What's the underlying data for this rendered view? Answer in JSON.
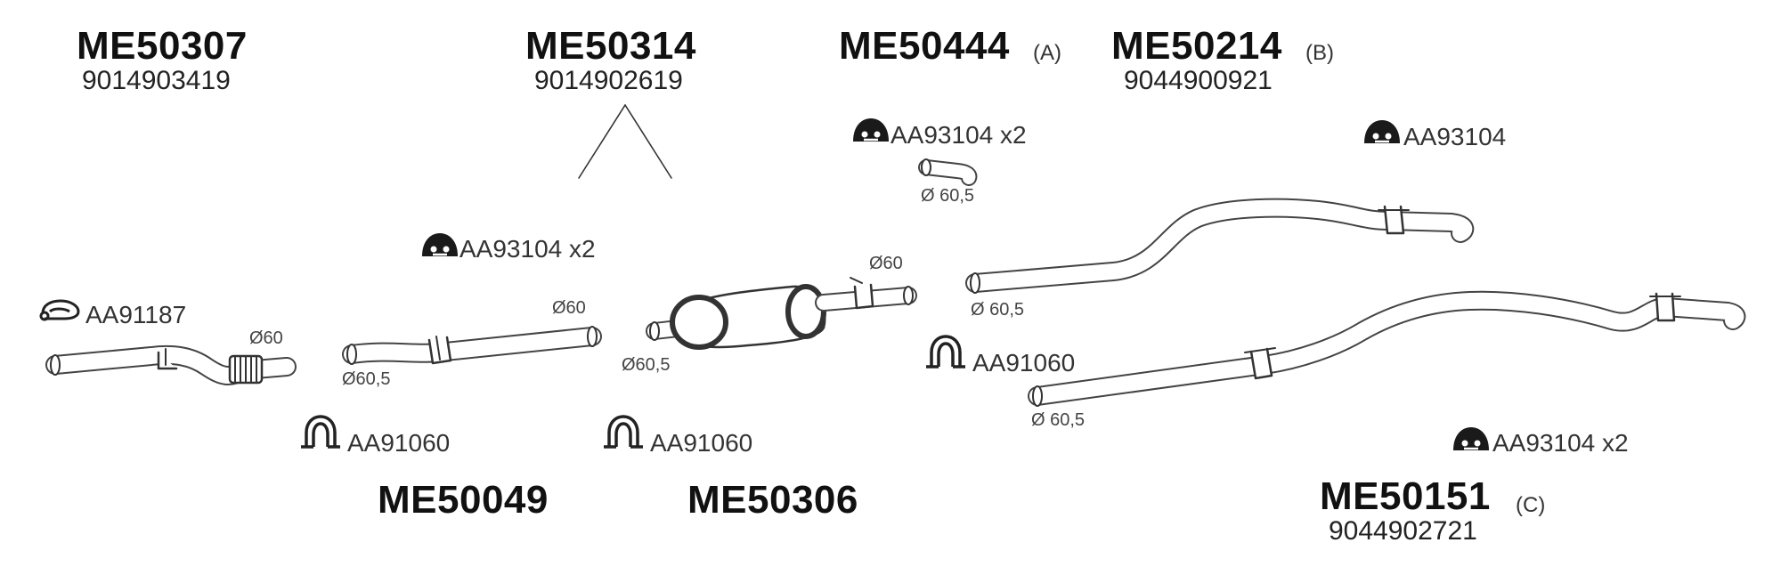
{
  "parts": {
    "me50307": {
      "code": "ME50307",
      "ref": "9014903419"
    },
    "me50314": {
      "code": "ME50314",
      "ref": "9014902619"
    },
    "me50444": {
      "code": "ME50444",
      "suffix": "(A)"
    },
    "me50214": {
      "code": "ME50214",
      "suffix": "(B)",
      "ref": "9044900921"
    },
    "me50049": {
      "code": "ME50049"
    },
    "me50306": {
      "code": "ME50306"
    },
    "me50151": {
      "code": "ME50151",
      "suffix": "(C)",
      "ref": "9044902721"
    }
  },
  "accessories": {
    "aa91187": "AA91187",
    "aa93104_x2_left": "AA93104 x2",
    "aa93104_x2_top": "AA93104 x2",
    "aa93104_right": "AA93104",
    "aa91060_left": "AA91060",
    "aa91060_center": "AA91060",
    "aa91060_right": "AA91060",
    "aa93104_x2_bottom": "AA93104 x2"
  },
  "dimensions": {
    "d60_front": "Ø60",
    "d605_front": "Ø60,5",
    "d60_mid": "Ø60",
    "d605_muffler": "Ø60,5",
    "d60_muffler": "Ø60",
    "d605_top": "Ø 60,5",
    "d605_upper_pipe": "Ø 60,5",
    "d605_lower_pipe": "Ø 60,5"
  }
}
